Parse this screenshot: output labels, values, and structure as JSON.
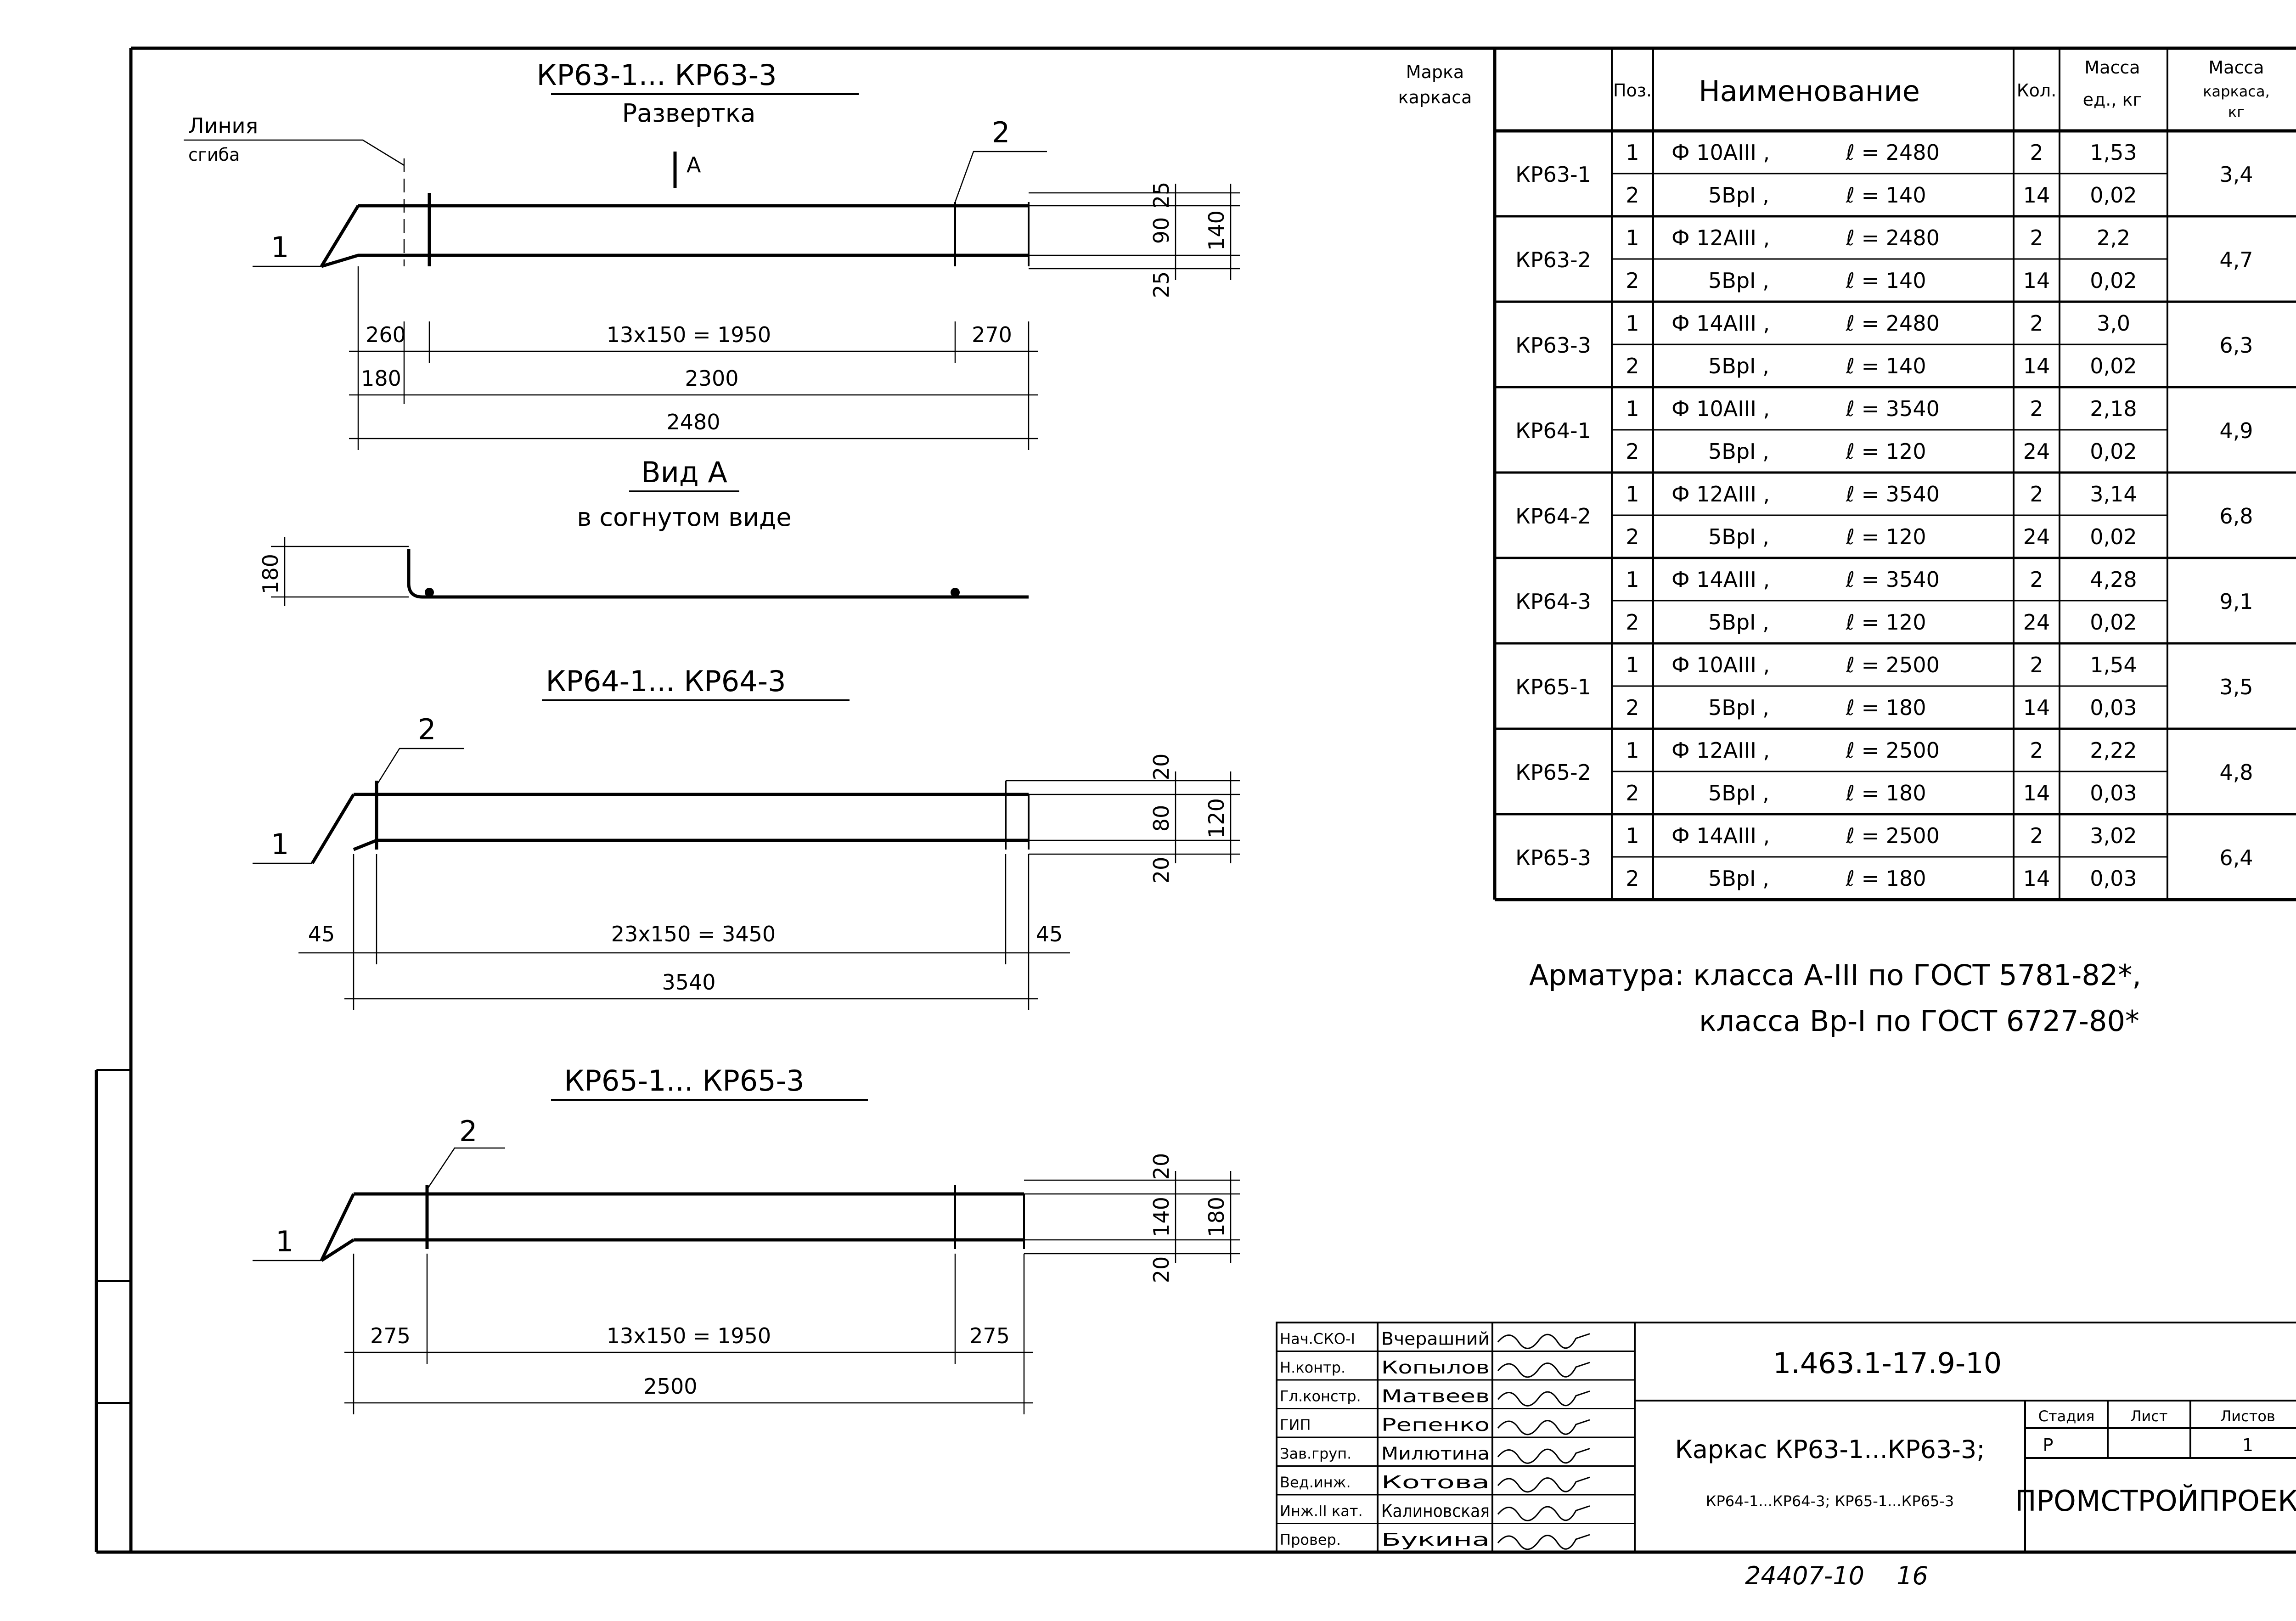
{
  "drawings": {
    "kr63": {
      "title": "КР63-1... КР63-3",
      "subtitle": "Развертка",
      "bend_line": [
        "Линия",
        "сгиба"
      ],
      "view_marker": "А",
      "pos1": "1",
      "pos2": "2",
      "dims": {
        "top_right": "25",
        "mid_right": "90",
        "bot_right": "25",
        "total_right": "140",
        "left_seg": "260",
        "middle": "13x150 = 1950",
        "right_seg": "270",
        "left_small": "180",
        "inner": "2300",
        "overall": "2480"
      }
    },
    "view_a": {
      "title": "Вид А",
      "subtitle": "в согнутом виде",
      "height_dim": "180"
    },
    "kr64": {
      "title": "КР64-1... КР64-3",
      "pos1": "1",
      "pos2": "2",
      "dims": {
        "top_right": "20",
        "mid_right": "80",
        "bot_right": "20",
        "total_right": "120",
        "left_seg": "45",
        "middle": "23x150 = 3450",
        "right_seg": "45",
        "overall": "3540"
      }
    },
    "kr65": {
      "title": "КР65-1... КР65-3",
      "pos1": "1",
      "pos2": "2",
      "dims": {
        "top_right": "20",
        "mid_right": "140",
        "bot_right": "20",
        "total_right": "180",
        "left_seg": "275",
        "middle": "13x150 = 1950",
        "right_seg": "275",
        "overall": "2500"
      }
    }
  },
  "spec_table": {
    "headers": {
      "mark": [
        "Марка",
        "каркаса"
      ],
      "pos": "Поз.",
      "name": "Наименование",
      "qty": "Кол.",
      "unit_mass": [
        "Масса",
        "ед., кг"
      ],
      "frame_mass": [
        "Масса",
        "каркаса,",
        "кг"
      ]
    },
    "groups": [
      {
        "mark": "КР63-1",
        "mass": "3,4",
        "rows": [
          {
            "pos": "1",
            "name": "Ф 10АIII ,",
            "len": "ℓ = 2480",
            "qty": "2",
            "unit": "1,53"
          },
          {
            "pos": "2",
            "name": "5ВрI ,",
            "len": "ℓ = 140",
            "qty": "14",
            "unit": "0,02"
          }
        ]
      },
      {
        "mark": "КР63-2",
        "mass": "4,7",
        "rows": [
          {
            "pos": "1",
            "name": "Ф 12АIII ,",
            "len": "ℓ = 2480",
            "qty": "2",
            "unit": "2,2"
          },
          {
            "pos": "2",
            "name": "5ВрI ,",
            "len": "ℓ = 140",
            "qty": "14",
            "unit": "0,02"
          }
        ]
      },
      {
        "mark": "КР63-3",
        "mass": "6,3",
        "rows": [
          {
            "pos": "1",
            "name": "Ф 14АIII ,",
            "len": "ℓ = 2480",
            "qty": "2",
            "unit": "3,0"
          },
          {
            "pos": "2",
            "name": "5ВрI ,",
            "len": "ℓ = 140",
            "qty": "14",
            "unit": "0,02"
          }
        ]
      },
      {
        "mark": "КР64-1",
        "mass": "4,9",
        "rows": [
          {
            "pos": "1",
            "name": "Ф 10АIII ,",
            "len": "ℓ = 3540",
            "qty": "2",
            "unit": "2,18"
          },
          {
            "pos": "2",
            "name": "5ВрI ,",
            "len": "ℓ = 120",
            "qty": "24",
            "unit": "0,02"
          }
        ]
      },
      {
        "mark": "КР64-2",
        "mass": "6,8",
        "rows": [
          {
            "pos": "1",
            "name": "Ф 12АIII ,",
            "len": "ℓ = 3540",
            "qty": "2",
            "unit": "3,14"
          },
          {
            "pos": "2",
            "name": "5ВрI ,",
            "len": "ℓ = 120",
            "qty": "24",
            "unit": "0,02"
          }
        ]
      },
      {
        "mark": "КР64-3",
        "mass": "9,1",
        "rows": [
          {
            "pos": "1",
            "name": "Ф 14АIII ,",
            "len": "ℓ = 3540",
            "qty": "2",
            "unit": "4,28"
          },
          {
            "pos": "2",
            "name": "5ВрI ,",
            "len": "ℓ = 120",
            "qty": "24",
            "unit": "0,02"
          }
        ]
      },
      {
        "mark": "КР65-1",
        "mass": "3,5",
        "rows": [
          {
            "pos": "1",
            "name": "Ф 10АIII ,",
            "len": "ℓ = 2500",
            "qty": "2",
            "unit": "1,54"
          },
          {
            "pos": "2",
            "name": "5ВрI ,",
            "len": "ℓ = 180",
            "qty": "14",
            "unit": "0,03"
          }
        ]
      },
      {
        "mark": "КР65-2",
        "mass": "4,8",
        "rows": [
          {
            "pos": "1",
            "name": "Ф 12АIII ,",
            "len": "ℓ = 2500",
            "qty": "2",
            "unit": "2,22"
          },
          {
            "pos": "2",
            "name": "5ВрI ,",
            "len": "ℓ = 180",
            "qty": "14",
            "unit": "0,03"
          }
        ]
      },
      {
        "mark": "КР65-3",
        "mass": "6,4",
        "rows": [
          {
            "pos": "1",
            "name": "Ф 14АIII ,",
            "len": "ℓ = 2500",
            "qty": "2",
            "unit": "3,02"
          },
          {
            "pos": "2",
            "name": "5ВрI ,",
            "len": "ℓ = 180",
            "qty": "14",
            "unit": "0,03"
          }
        ]
      }
    ]
  },
  "notes": {
    "line1": "Арматура: класса А-III по ГОСТ 5781-82*,",
    "line2": "класса Вр-I по ГОСТ 6727-80*"
  },
  "title_block": {
    "signatories": [
      {
        "role": "Нач.СКО-I",
        "name": "Вчерашний"
      },
      {
        "role": "Н.контр.",
        "name": "Копылов"
      },
      {
        "role": "Гл.констр.",
        "name": "Матвеев"
      },
      {
        "role": "ГИП",
        "name": "Репенко"
      },
      {
        "role": "Зав.груп.",
        "name": "Милютина"
      },
      {
        "role": "Вед.инж.",
        "name": "Котова"
      },
      {
        "role": "Инж.II кат.",
        "name": "Калиновская"
      },
      {
        "role": "Провер.",
        "name": "Букина"
      }
    ],
    "doc_code": "1.463.1-17.9-10",
    "title_line1": "Каркас КР63-1...КР63-3;",
    "title_line2": "КР64-1...КР64-3; КР65-1...КР65-3",
    "stage_label": "Стадия",
    "sheet_label": "Лист",
    "sheets_label": "Листов",
    "stage_value": "Р",
    "sheets_value": "1",
    "organization": "ПРОМСТРОЙПРОЕКТ"
  },
  "footer": {
    "archive_no": "24407-10",
    "page": "16"
  }
}
